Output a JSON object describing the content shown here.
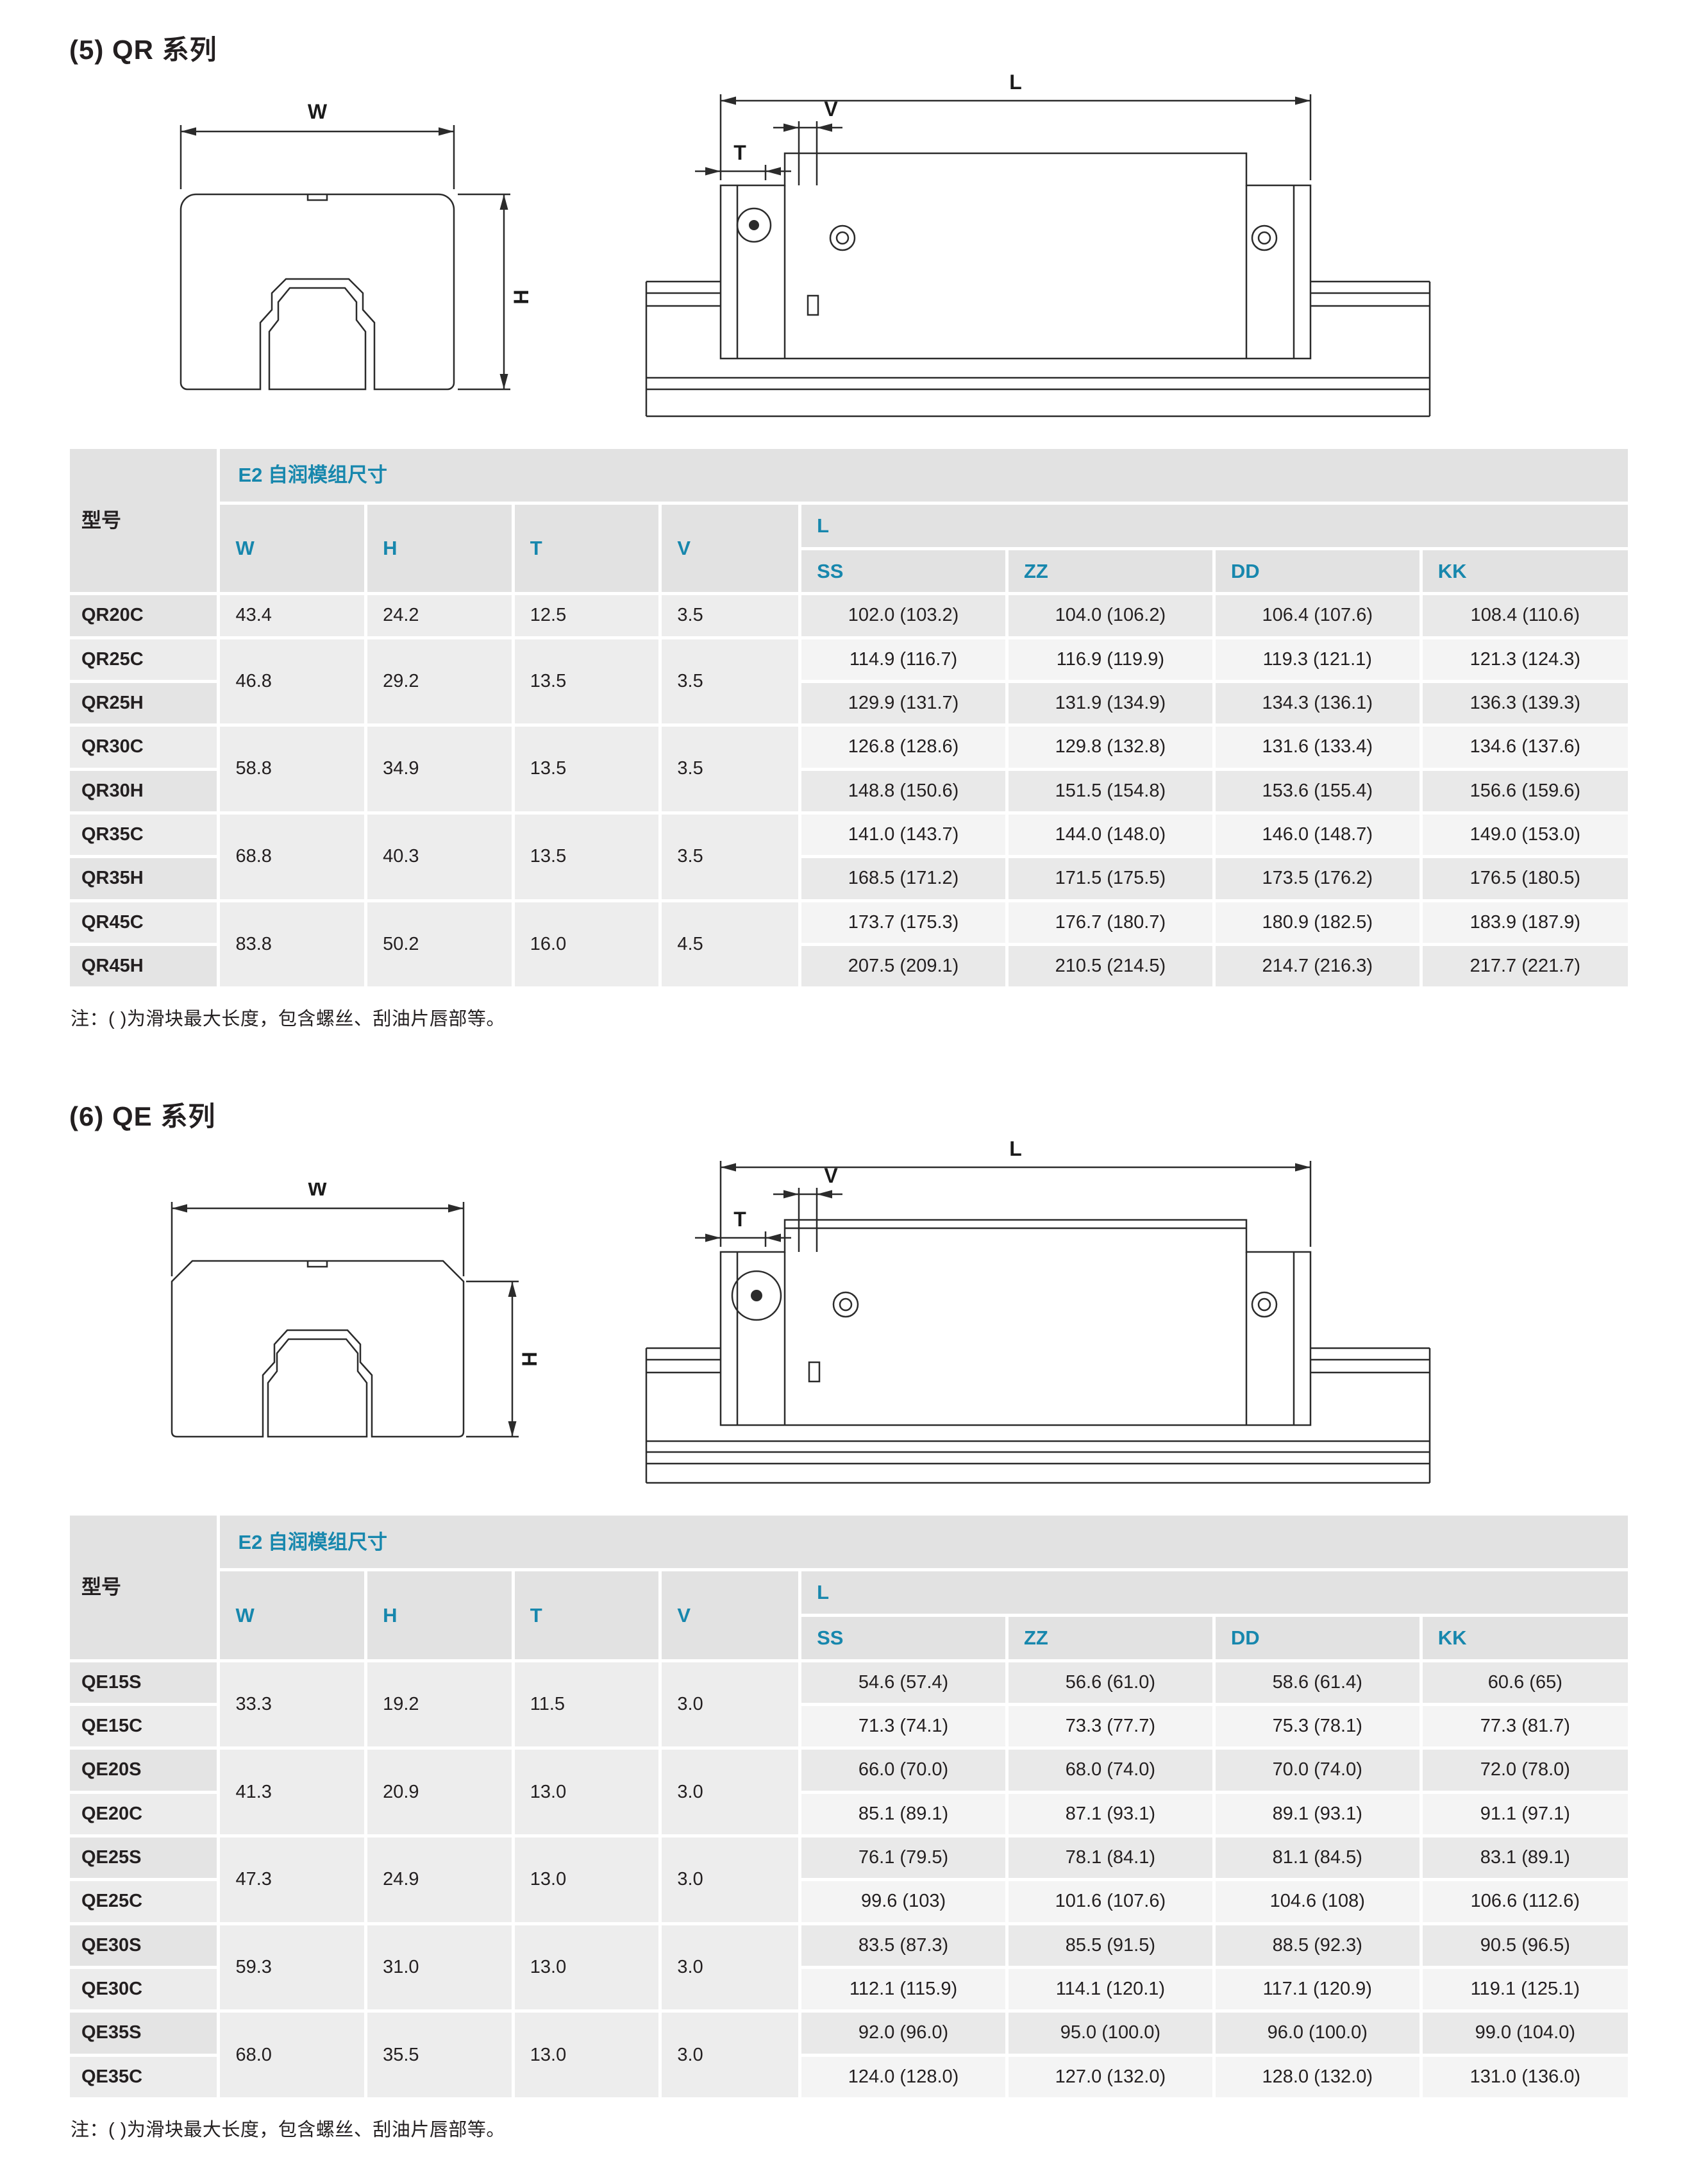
{
  "page": {
    "accent_blue": "#1787ad",
    "text_dark": "#231f20",
    "cell_gray": "#e9e9e9",
    "header_gray": "#e2e2e2"
  },
  "diagram_labels": {
    "w": "W",
    "h": "H",
    "t": "T",
    "v": "V",
    "l": "L"
  },
  "qr_section": {
    "title": "(5) QR 系列",
    "note": "注：( )为滑块最大长度，包含螺丝、刮油片唇部等。"
  },
  "qe_section": {
    "title": "(6) QE 系列",
    "note": "注：( )为滑块最大长度，包含螺丝、刮油片唇部等。"
  },
  "qr_table": {
    "header": {
      "model": "型号",
      "group": "E2 自润模组尺寸",
      "dims": [
        "W",
        "H",
        "T",
        "V"
      ],
      "l_label": "L",
      "l_cols": [
        "SS",
        "ZZ",
        "DD",
        "KK"
      ]
    },
    "rows": [
      {
        "model": "QR20C",
        "span": 1,
        "dims": [
          "43.4",
          "24.2",
          "12.5",
          "3.5"
        ],
        "l": [
          "102.0 (103.2)",
          "104.0 (106.2)",
          "106.4 (107.6)",
          "108.4 (110.6)"
        ]
      },
      {
        "model": "QR25C",
        "span": 2,
        "dims": [
          "46.8",
          "29.2",
          "13.5",
          "3.5"
        ],
        "l": [
          "114.9 (116.7)",
          "116.9 (119.9)",
          "119.3 (121.1)",
          "121.3 (124.3)"
        ]
      },
      {
        "model": "QR25H",
        "l": [
          "129.9 (131.7)",
          "131.9 (134.9)",
          "134.3 (136.1)",
          "136.3 (139.3)"
        ]
      },
      {
        "model": "QR30C",
        "span": 2,
        "dims": [
          "58.8",
          "34.9",
          "13.5",
          "3.5"
        ],
        "l": [
          "126.8 (128.6)",
          "129.8 (132.8)",
          "131.6 (133.4)",
          "134.6 (137.6)"
        ]
      },
      {
        "model": "QR30H",
        "l": [
          "148.8 (150.6)",
          "151.5 (154.8)",
          "153.6 (155.4)",
          "156.6 (159.6)"
        ]
      },
      {
        "model": "QR35C",
        "span": 2,
        "dims": [
          "68.8",
          "40.3",
          "13.5",
          "3.5"
        ],
        "l": [
          "141.0 (143.7)",
          "144.0 (148.0)",
          "146.0 (148.7)",
          "149.0 (153.0)"
        ]
      },
      {
        "model": "QR35H",
        "l": [
          "168.5 (171.2)",
          "171.5 (175.5)",
          "173.5 (176.2)",
          "176.5 (180.5)"
        ]
      },
      {
        "model": "QR45C",
        "span": 2,
        "dims": [
          "83.8",
          "50.2",
          "16.0",
          "4.5"
        ],
        "l": [
          "173.7 (175.3)",
          "176.7 (180.7)",
          "180.9 (182.5)",
          "183.9 (187.9)"
        ]
      },
      {
        "model": "QR45H",
        "l": [
          "207.5 (209.1)",
          "210.5 (214.5)",
          "214.7 (216.3)",
          "217.7 (221.7)"
        ]
      }
    ]
  },
  "qe_table": {
    "header": {
      "model": "型号",
      "group": "E2 自润模组尺寸",
      "dims": [
        "W",
        "H",
        "T",
        "V"
      ],
      "l_label": "L",
      "l_cols": [
        "SS",
        "ZZ",
        "DD",
        "KK"
      ]
    },
    "rows": [
      {
        "model": "QE15S",
        "span": 2,
        "dims": [
          "33.3",
          "19.2",
          "11.5",
          "3.0"
        ],
        "l": [
          "54.6 (57.4)",
          "56.6 (61.0)",
          "58.6 (61.4)",
          "60.6 (65)"
        ]
      },
      {
        "model": "QE15C",
        "l": [
          "71.3 (74.1)",
          "73.3 (77.7)",
          "75.3 (78.1)",
          "77.3 (81.7)"
        ]
      },
      {
        "model": "QE20S",
        "span": 2,
        "dims": [
          "41.3",
          "20.9",
          "13.0",
          "3.0"
        ],
        "l": [
          "66.0 (70.0)",
          "68.0 (74.0)",
          "70.0 (74.0)",
          "72.0 (78.0)"
        ]
      },
      {
        "model": "QE20C",
        "l": [
          "85.1 (89.1)",
          "87.1 (93.1)",
          "89.1 (93.1)",
          "91.1 (97.1)"
        ]
      },
      {
        "model": "QE25S",
        "span": 2,
        "dims": [
          "47.3",
          "24.9",
          "13.0",
          "3.0"
        ],
        "l": [
          "76.1 (79.5)",
          "78.1 (84.1)",
          "81.1 (84.5)",
          "83.1 (89.1)"
        ]
      },
      {
        "model": "QE25C",
        "l": [
          "99.6 (103)",
          "101.6 (107.6)",
          "104.6 (108)",
          "106.6 (112.6)"
        ]
      },
      {
        "model": "QE30S",
        "span": 2,
        "dims": [
          "59.3",
          "31.0",
          "13.0",
          "3.0"
        ],
        "l": [
          "83.5 (87.3)",
          "85.5 (91.5)",
          "88.5 (92.3)",
          "90.5 (96.5)"
        ]
      },
      {
        "model": "QE30C",
        "l": [
          "112.1 (115.9)",
          "114.1 (120.1)",
          "117.1 (120.9)",
          "119.1 (125.1)"
        ]
      },
      {
        "model": "QE35S",
        "span": 2,
        "dims": [
          "68.0",
          "35.5",
          "13.0",
          "3.0"
        ],
        "l": [
          "92.0 (96.0)",
          "95.0 (100.0)",
          "96.0 (100.0)",
          "99.0 (104.0)"
        ]
      },
      {
        "model": "QE35C",
        "l": [
          "124.0 (128.0)",
          "127.0 (132.0)",
          "128.0 (132.0)",
          "131.0 (136.0)"
        ]
      }
    ]
  }
}
